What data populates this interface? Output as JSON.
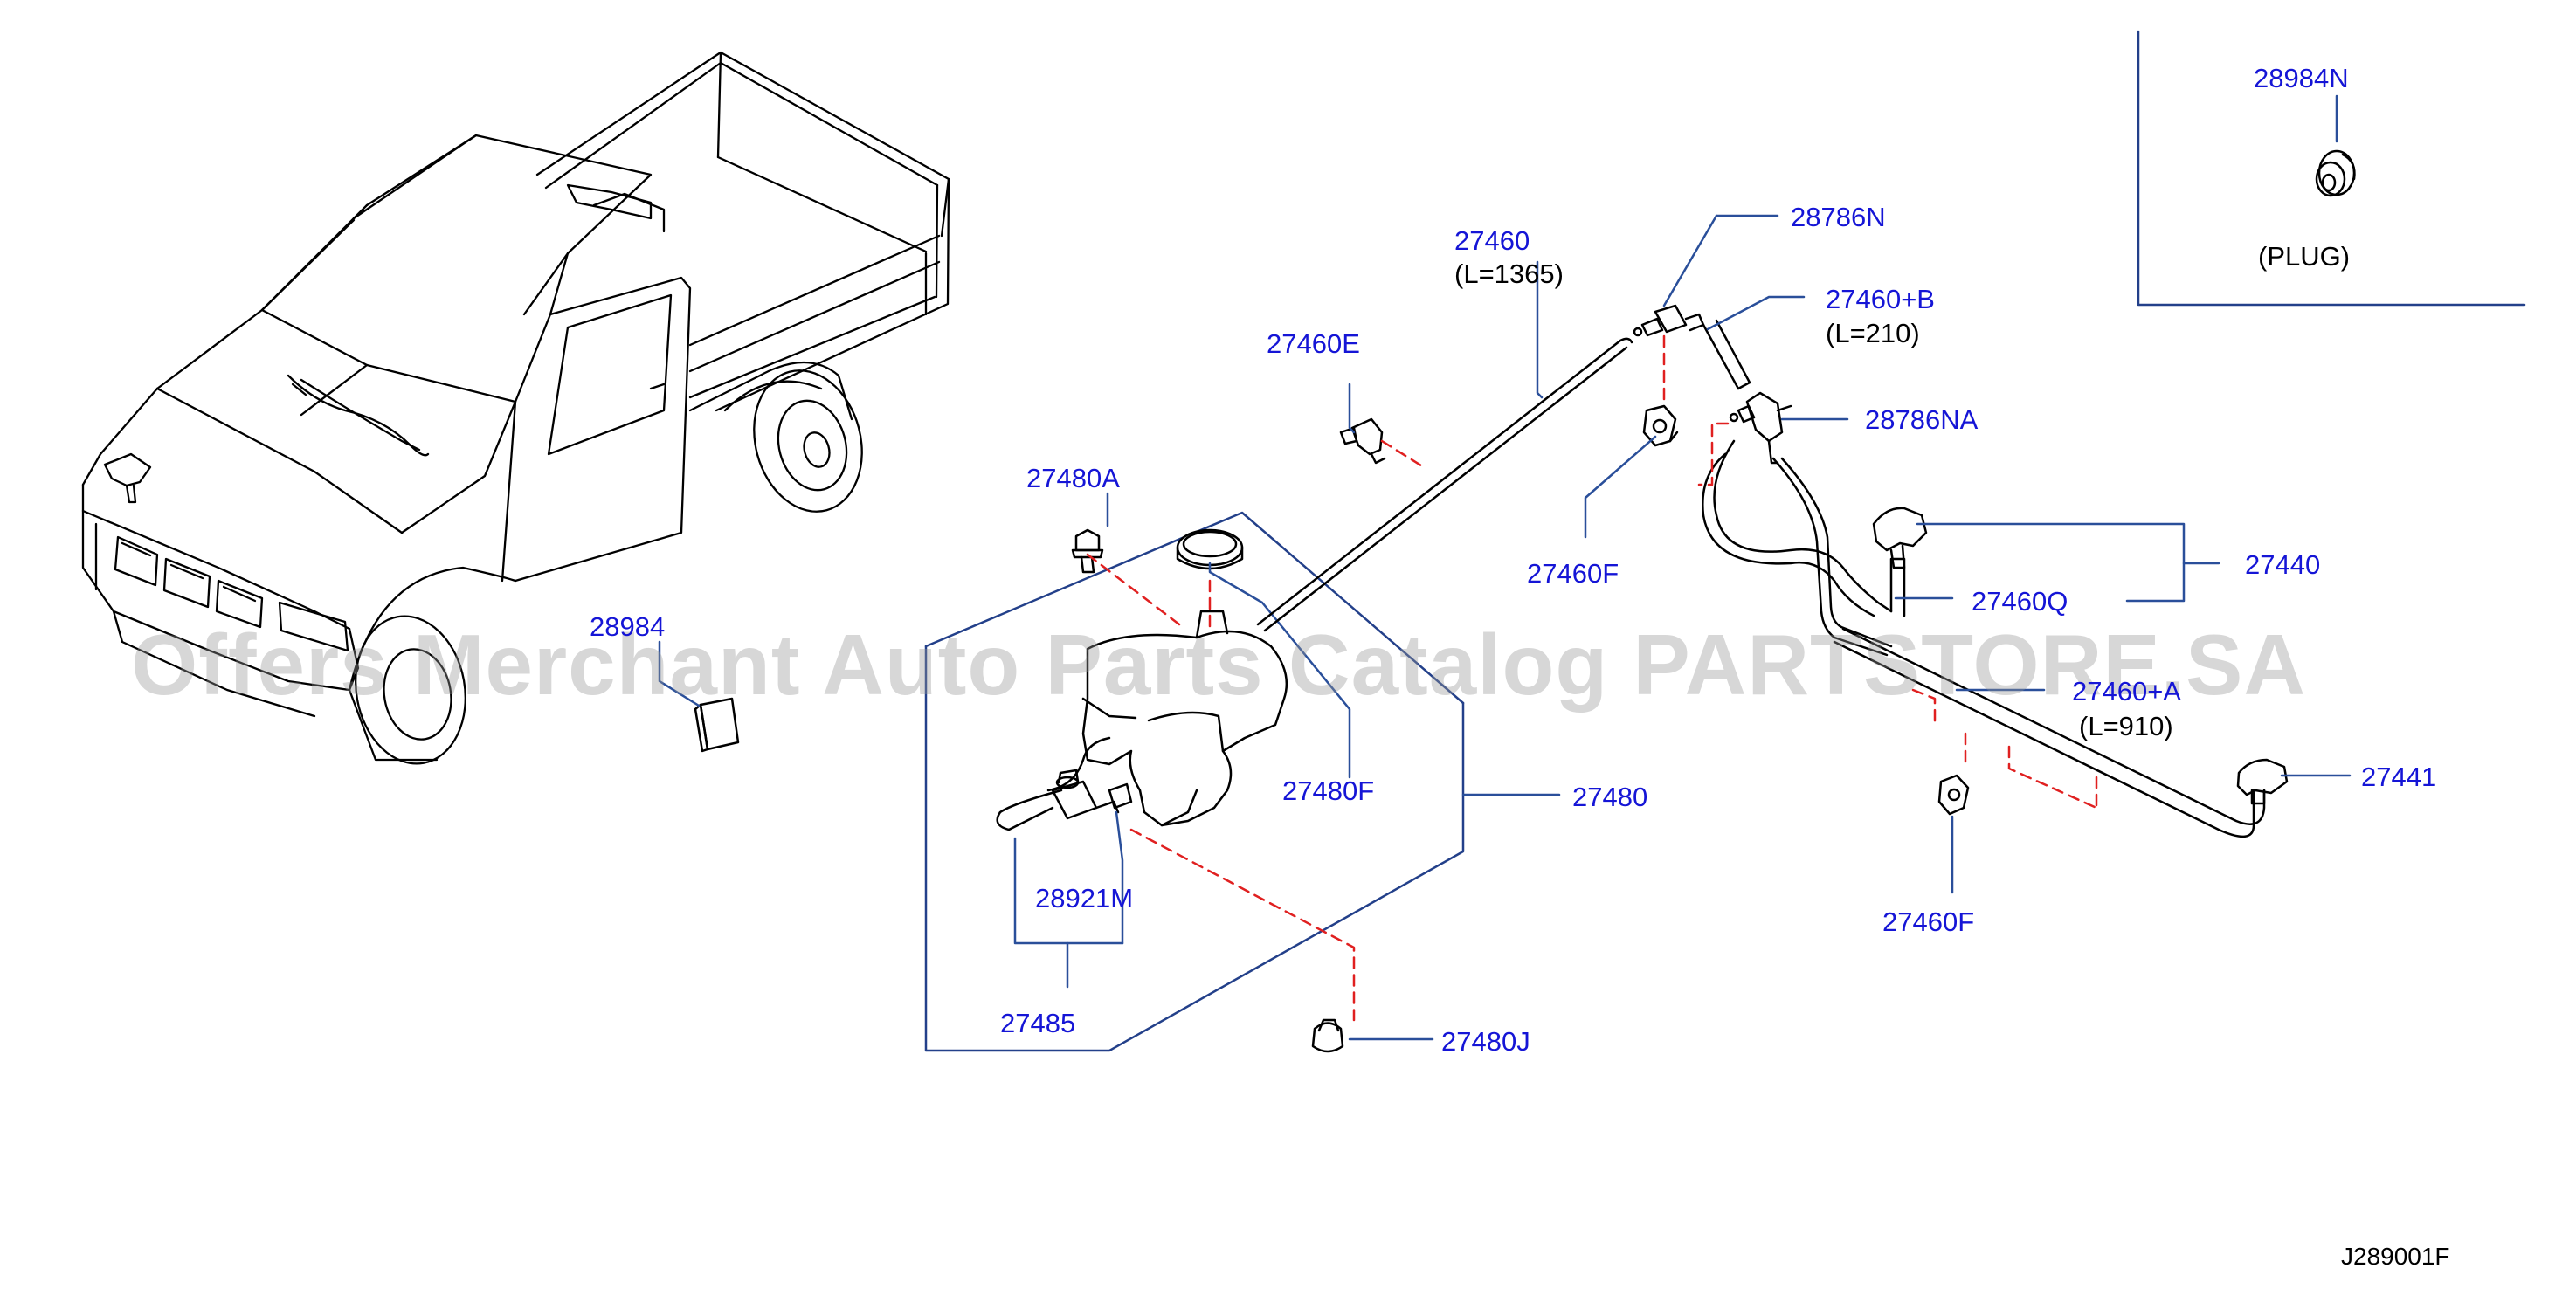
{
  "watermark": "Offers Merchant Auto Parts Catalog PARTSTORE.SA",
  "diagram_code": "J289001F",
  "colors": {
    "label": "#1515d6",
    "line": "#000000",
    "leader": "#2a4f9a",
    "dashed": "#e02020",
    "frame": "#23408a"
  },
  "parts": {
    "p28984N": "28984N",
    "plug": "(PLUG)",
    "p28786N": "28786N",
    "p27460": "27460",
    "p27460_len": "(L=1365)",
    "p27460B": "27460+B",
    "p27460B_len": "(L=210)",
    "p27460E": "27460E",
    "p28786NA": "28786NA",
    "p27480A": "27480A",
    "p27460F_top": "27460F",
    "p27440": "27440",
    "p27460Q": "27460Q",
    "p28984": "28984",
    "p27460A": "27460+A",
    "p27460A_len": "(L=910)",
    "p27480F": "27480F",
    "p27480": "27480",
    "p27441": "27441",
    "p28921M": "28921M",
    "p27460F_bottom": "27460F",
    "p27485": "27485",
    "p27480J": "27480J"
  }
}
